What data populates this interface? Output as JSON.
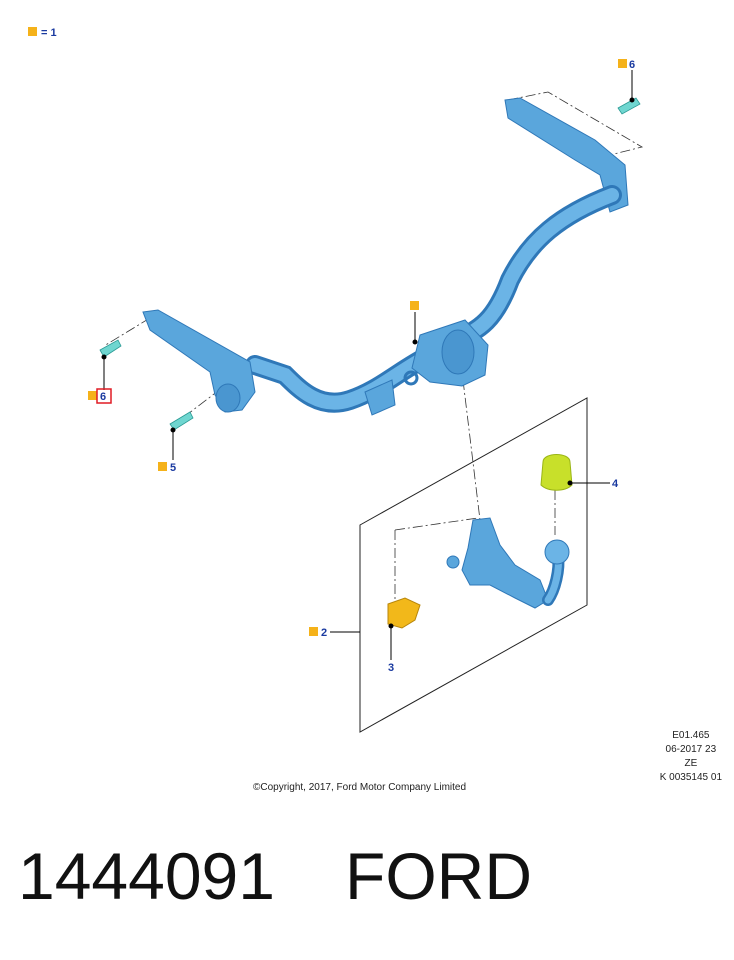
{
  "legend": {
    "text": "= 1",
    "marker_color": "#f5b21a"
  },
  "callouts": {
    "c6_top": "6",
    "c6_left": "6",
    "c5": "5",
    "c4": "4",
    "c2": "2",
    "c3": "3"
  },
  "colors": {
    "bar": "#5aa6dc",
    "bar_dark": "#2f78b8",
    "bolt": "#6fd6d0",
    "socket": "#f2b81a",
    "cap": "#c8e02a",
    "callout_text": "#1a3aa0",
    "highlight_box": "#e01b24"
  },
  "meta": {
    "line1": "E01.465",
    "line2": "06-2017 23",
    "line3": "ZE",
    "line4": "K 0035145 01"
  },
  "copyright": "©Copyright, 2017, Ford Motor Company Limited",
  "part_number": "1444091",
  "brand": "FORD"
}
